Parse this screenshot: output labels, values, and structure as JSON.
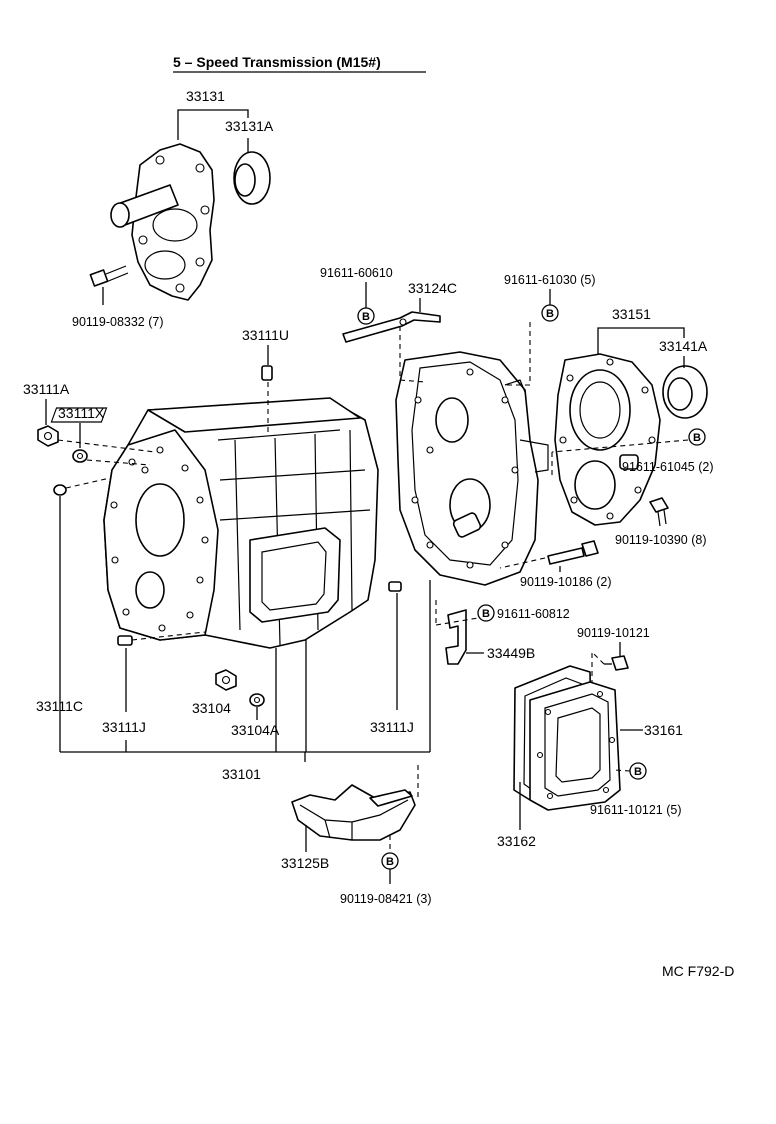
{
  "title": "5 – Speed Transmission (M15#)",
  "diagram_code": "MC F792-D",
  "bolt_marker": "B",
  "labels": {
    "p33131": "33131",
    "p33131A": "33131A",
    "p90119_08332": "90119-08332 (7)",
    "p91611_60610": "91611-60610",
    "p33124C": "33124C",
    "p91611_61030": "91611-61030 (5)",
    "p33151": "33151",
    "p33141A": "33141A",
    "p33111U": "33111U",
    "p33111A": "33111A",
    "p33111X": "33111X",
    "p91611_61045": "91611-61045 (2)",
    "p90119_10390": "90119-10390 (8)",
    "p90119_10186": "90119-10186 (2)",
    "p91611_60812": "91611-60812",
    "p90119_10121": "90119-10121",
    "p33449B": "33449B",
    "p33111C": "33111C",
    "p33104": "33104",
    "p33111J_left": "33111J",
    "p33104A": "33104A",
    "p33111J_right": "33111J",
    "p33161": "33161",
    "p33101": "33101",
    "p91611_10121": "91611-10121 (5)",
    "p33162": "33162",
    "p33125B": "33125B",
    "p90119_08421": "90119-08421 (3)"
  }
}
